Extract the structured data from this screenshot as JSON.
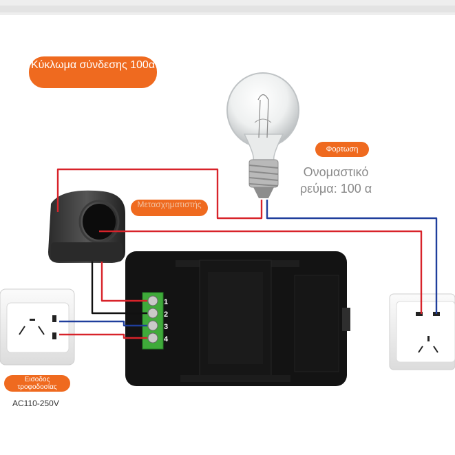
{
  "title": "Κύκλωμα σύνδεσης 100α",
  "labels": {
    "load": "Φορτωση",
    "rated_current": "Ονομαστικό ρεύμα: 100 α",
    "transformer": "Μετασχηματιστής",
    "power_input": "Εισοδος τροφοδοσίας",
    "voltage": "AC110-250V"
  },
  "terminal_numbers": [
    "1",
    "2",
    "3",
    "4"
  ],
  "colors": {
    "accent": "#ef6a1f",
    "wire_red": "#d8232a",
    "wire_blue": "#1f3e9c",
    "wire_black": "#111111",
    "terminal_green": "#3faa3a"
  },
  "icons": [
    "light-bulb-icon",
    "current-transformer-icon",
    "wall-socket-icon",
    "meter-module-icon"
  ]
}
